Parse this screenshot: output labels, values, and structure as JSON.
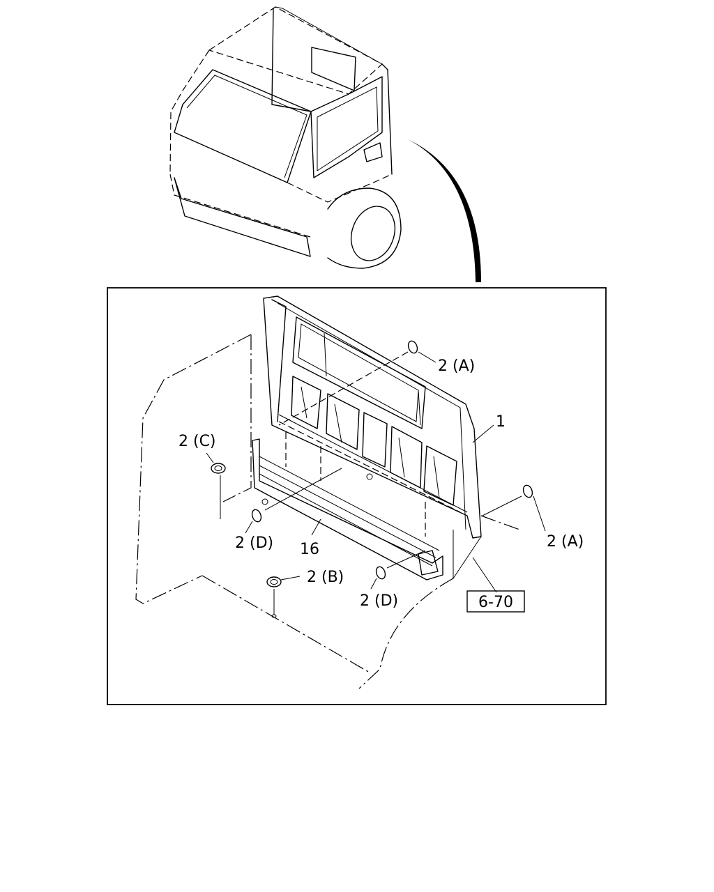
{
  "callouts": {
    "part_1": "1",
    "part_16": "16",
    "a_top": "2 (A)",
    "a_right": "2 (A)",
    "b": "2 (B)",
    "c": "2 (C)",
    "d_left": "2 (D)",
    "d_right": "2 (D)",
    "ref": "6-70"
  }
}
